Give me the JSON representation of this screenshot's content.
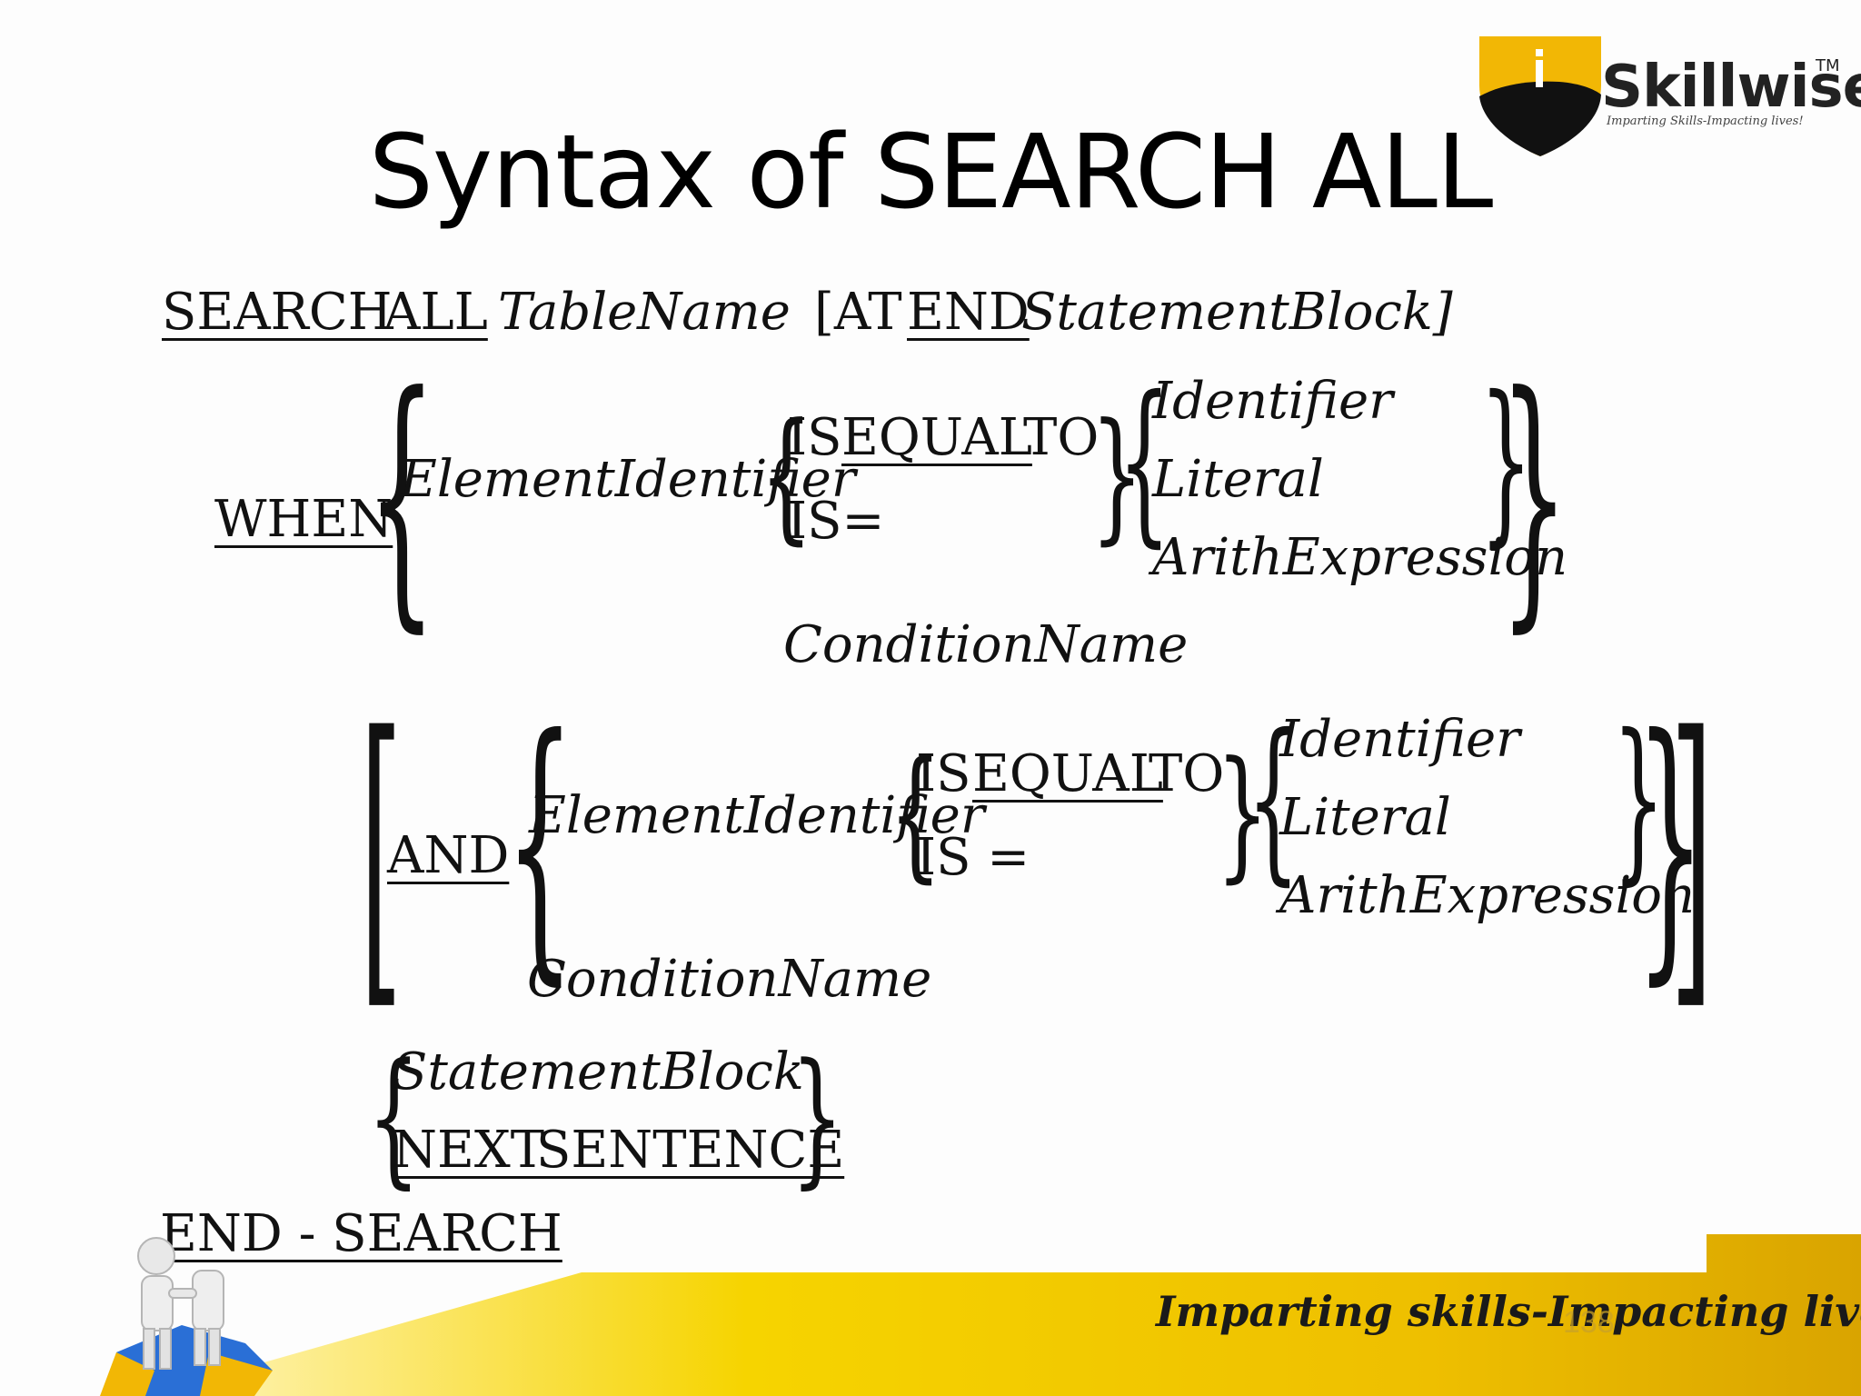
{
  "slide": {
    "title": "Syntax of SEARCH ALL",
    "logo": {
      "name": "Skillwise",
      "tm": "TM",
      "tagline": "Imparting Skills-Impacting lives!"
    },
    "footer": {
      "tagline": "Imparting skills-Impacting lives!",
      "page_number": "138"
    },
    "colors": {
      "footer_yellow": "#f2c200",
      "footer_gold": "#d9a400",
      "logo_yellow": "#f2b705",
      "logo_black": "#111111"
    }
  },
  "syntax": {
    "line1": {
      "search": "SEARCH",
      "all": "ALL",
      "table_name": "TableName",
      "at": "[AT",
      "end": "END",
      "statement_block": "StatementBlock]"
    },
    "when_clause": {
      "keyword": "WHEN",
      "element_identifier": "ElementIdentifier",
      "is_equal_is": "IS",
      "is_equal_equal": "EQUAL",
      "is_equal_to": "TO",
      "is_eq": "IS=",
      "operand_identifier": "Identifier",
      "operand_literal": "Literal",
      "operand_arith": "ArithExpression",
      "condition_name": "ConditionName"
    },
    "and_clause": {
      "keyword": "AND",
      "element_identifier": "ElementIdentifier",
      "is_equal_is": "IS",
      "is_equal_equal": "EQUAL",
      "is_equal_to": "TO",
      "is_eq": "IS =",
      "operand_identifier": "Identifier",
      "operand_literal": "Literal",
      "operand_arith": "ArithExpression",
      "condition_name": "ConditionName"
    },
    "action": {
      "statement_block": "StatementBlock",
      "next": "NEXT",
      "sentence": "SENTENCE"
    },
    "end_search": "END - SEARCH"
  }
}
